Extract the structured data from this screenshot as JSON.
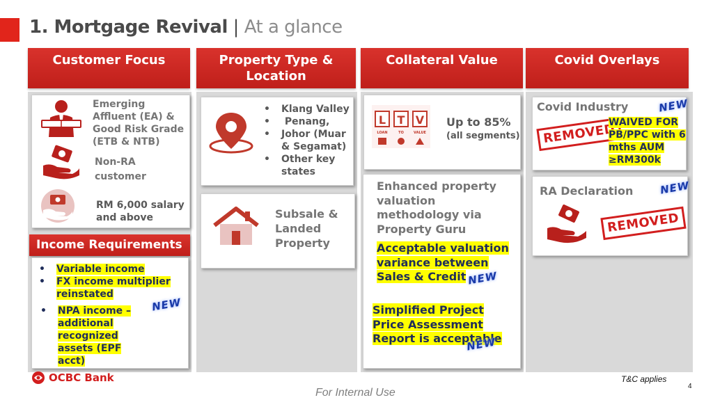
{
  "title": {
    "main": "1. Mortgage Revival",
    "separator": " | ",
    "sub": "At a glance"
  },
  "headers": {
    "customer_focus": "Customer Focus",
    "property_type_line1": "Property Type &",
    "property_type_line2": "Location",
    "collateral_value": "Collateral Value",
    "covid_overlays": "Covid Overlays"
  },
  "customer_focus": {
    "segment": [
      "Emerging",
      "Affluent (EA) &",
      "Good Risk Grade",
      "(ETB & NTB)"
    ],
    "non_ra": [
      "Non-RA",
      "customer"
    ],
    "salary": [
      "RM 6,000 salary",
      "and above"
    ]
  },
  "income": {
    "header": "Income Requirements",
    "item1": "Variable income",
    "item2_line1": "FX income multiplier",
    "item2_line2": "reinstated",
    "item3": [
      "NPA income –",
      "additional",
      "recognized",
      "assets (EPF acct)"
    ]
  },
  "property": {
    "locations": [
      [
        "Klang Valley"
      ],
      [
        " Penang,"
      ],
      [
        "Johor (Muar",
        "& Segamat)"
      ],
      [
        "Other key",
        "states"
      ]
    ],
    "subsale": [
      "Subsale &",
      "Landed",
      "Property"
    ]
  },
  "collateral": {
    "ltv_letters": [
      "L",
      "T",
      "V"
    ],
    "ltv_words": [
      "LOAN",
      "TO",
      "VALUE"
    ],
    "up_to": "Up to 85%",
    "segments": "(all segments)",
    "enhanced": [
      "Enhanced property",
      "valuation",
      "methodology via",
      "Property Guru"
    ],
    "acceptable": [
      "Acceptable valuation",
      "variance between",
      "Sales & Credit"
    ],
    "simplified": [
      "Simplified Project",
      "Price Assessment",
      "Report is acceptable"
    ]
  },
  "covid": {
    "industry": "Covid Industry",
    "waived": [
      "WAIVED FOR",
      "PB/PPC with 6",
      "mths AUM",
      "≥RM300k"
    ],
    "ra_declaration": "RA Declaration"
  },
  "badges": {
    "new": "NEW",
    "removed": "REMOVED"
  },
  "footer": {
    "brand": "OCBC Bank",
    "tc": "T&C applies",
    "page": "4",
    "internal": "For Internal Use"
  },
  "colors": {
    "brand_red": "#d21e1e",
    "header_red": "#cc2a24",
    "highlight": "#ffff00",
    "text_navy": "#1f2d5a",
    "panel_grey": "#d9d9d9"
  }
}
